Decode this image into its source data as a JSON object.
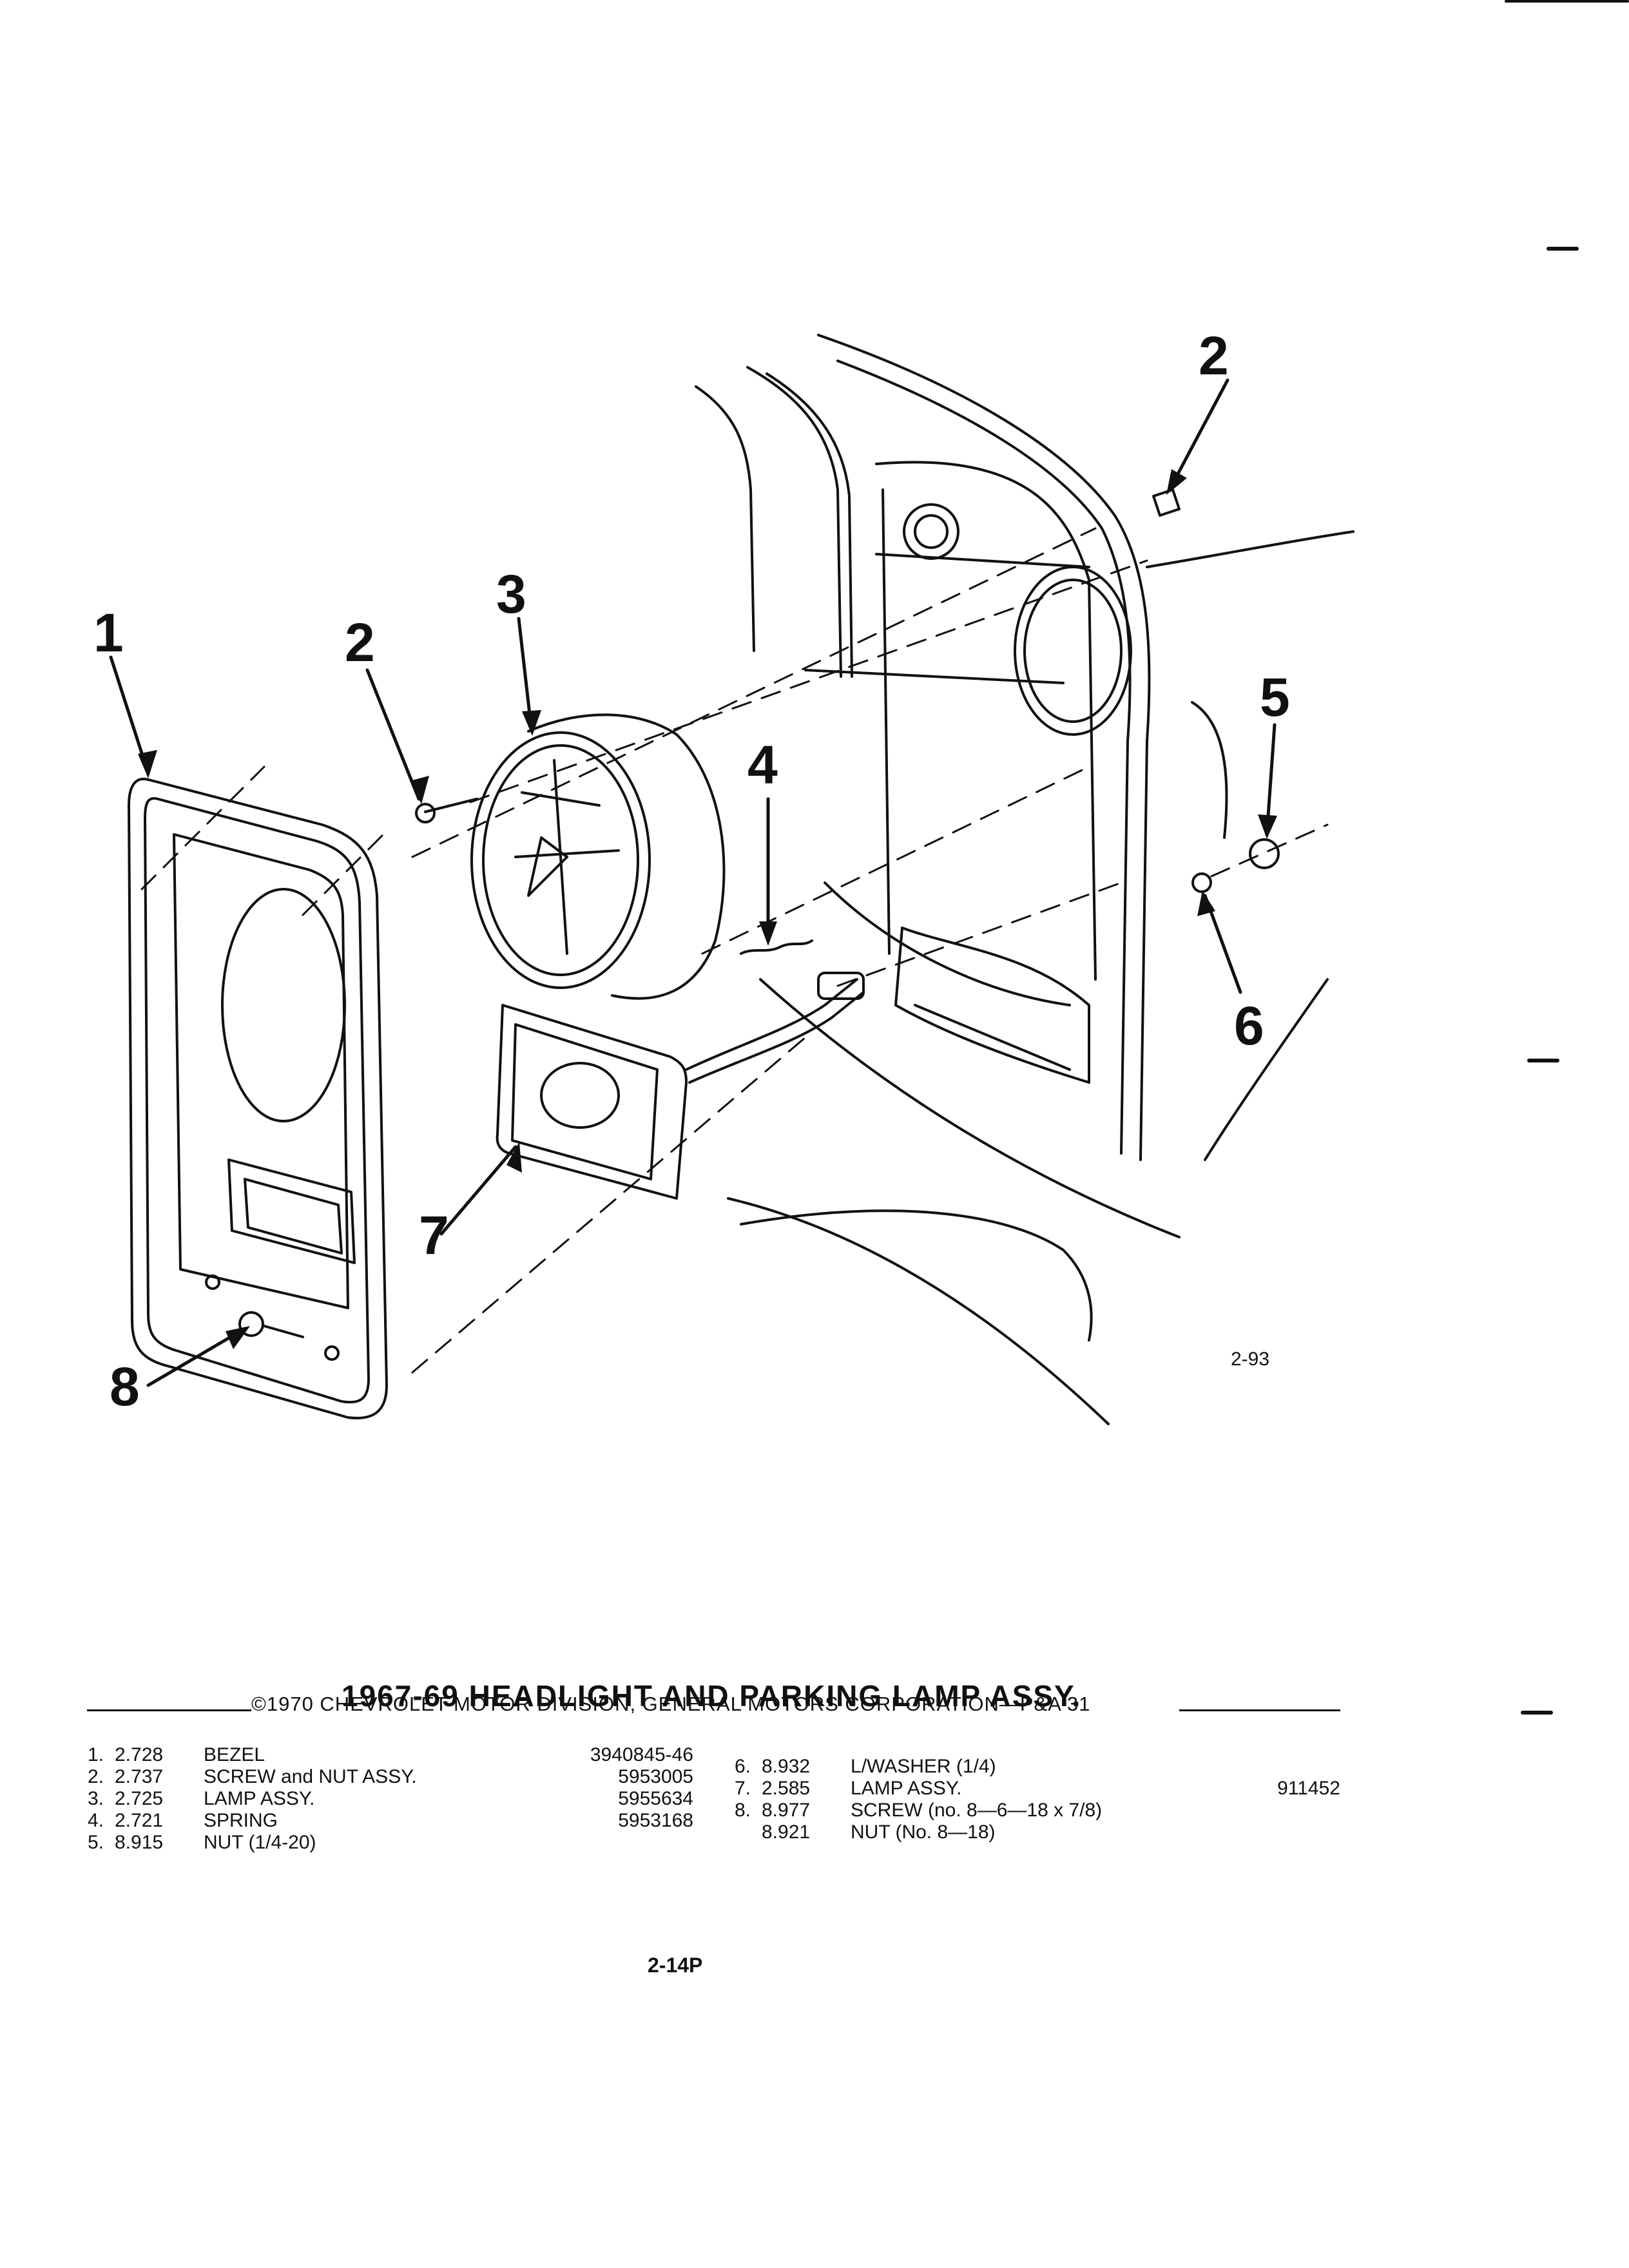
{
  "diagram": {
    "callouts": [
      "1",
      "2",
      "3",
      "2",
      "4",
      "5",
      "6",
      "7",
      "8"
    ],
    "figure_code": "2-93"
  },
  "title": "1967-69 HEADLIGHT AND PARKING LAMP ASSY.",
  "parts_left": [
    {
      "num": "1.",
      "code": "2.728",
      "name": "BEZEL",
      "pn": "3940845-46"
    },
    {
      "num": "2.",
      "code": "2.737",
      "name": "SCREW and NUT ASSY.",
      "pn": "5953005"
    },
    {
      "num": "3.",
      "code": "2.725",
      "name": "LAMP ASSY.",
      "pn": "5955634"
    },
    {
      "num": "4.",
      "code": "2.721",
      "name": "SPRING",
      "pn": "5953168"
    },
    {
      "num": "5.",
      "code": "8.915",
      "name": "NUT (1/4-20)",
      "pn": ""
    }
  ],
  "parts_right": [
    {
      "num": "6.",
      "code": "8.932",
      "name": "L/WASHER (1/4)",
      "pn": ""
    },
    {
      "num": "7.",
      "code": "2.585",
      "name": "LAMP ASSY.",
      "pn": "911452"
    },
    {
      "num": "8.",
      "code": "8.977",
      "name": "SCREW (no. 8—6—18 x 7/8)",
      "pn": ""
    },
    {
      "num": "",
      "code": "8.921",
      "name": "NUT (No. 8—18)",
      "pn": ""
    }
  ],
  "footer": "©1970 CHEVROLET MOTOR DIVISION, GENERAL MOTORS CORPORATION—P&A 31",
  "page_number": "2-14P"
}
